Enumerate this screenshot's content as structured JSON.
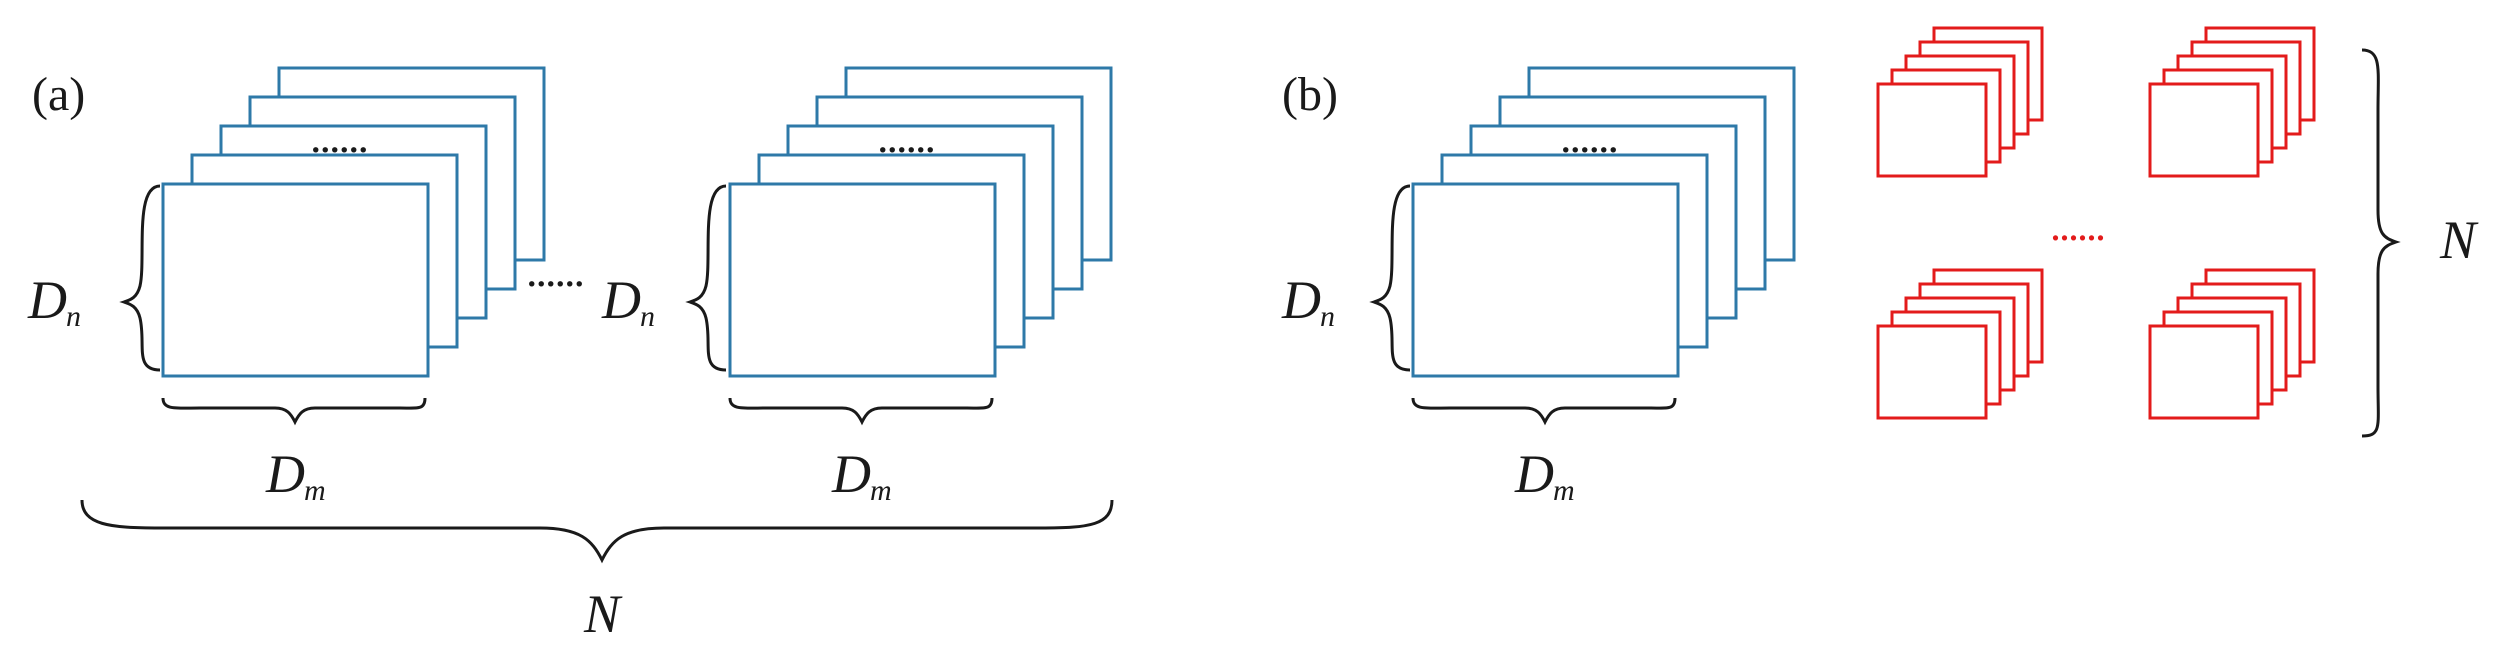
{
  "colors": {
    "blue_frame": "#2e79a8",
    "red_frame": "#e31b1b",
    "ink": "#1a1a1a"
  },
  "panel_a": {
    "label": "(a)",
    "group1": {
      "dots": "......",
      "side_var": "D",
      "side_sub": "n",
      "bottom_var": "D",
      "bottom_sub": "m"
    },
    "between_dots": "......",
    "group2": {
      "dots": "......",
      "side_var": "D",
      "side_sub": "n",
      "bottom_var": "D",
      "bottom_sub": "m"
    },
    "total_var": "N"
  },
  "panel_b": {
    "label": "(b)",
    "group": {
      "dots": "......",
      "side_var": "D",
      "side_sub": "n",
      "bottom_var": "D",
      "bottom_sub": "m"
    },
    "red_dots": "......",
    "total_var": "N"
  }
}
